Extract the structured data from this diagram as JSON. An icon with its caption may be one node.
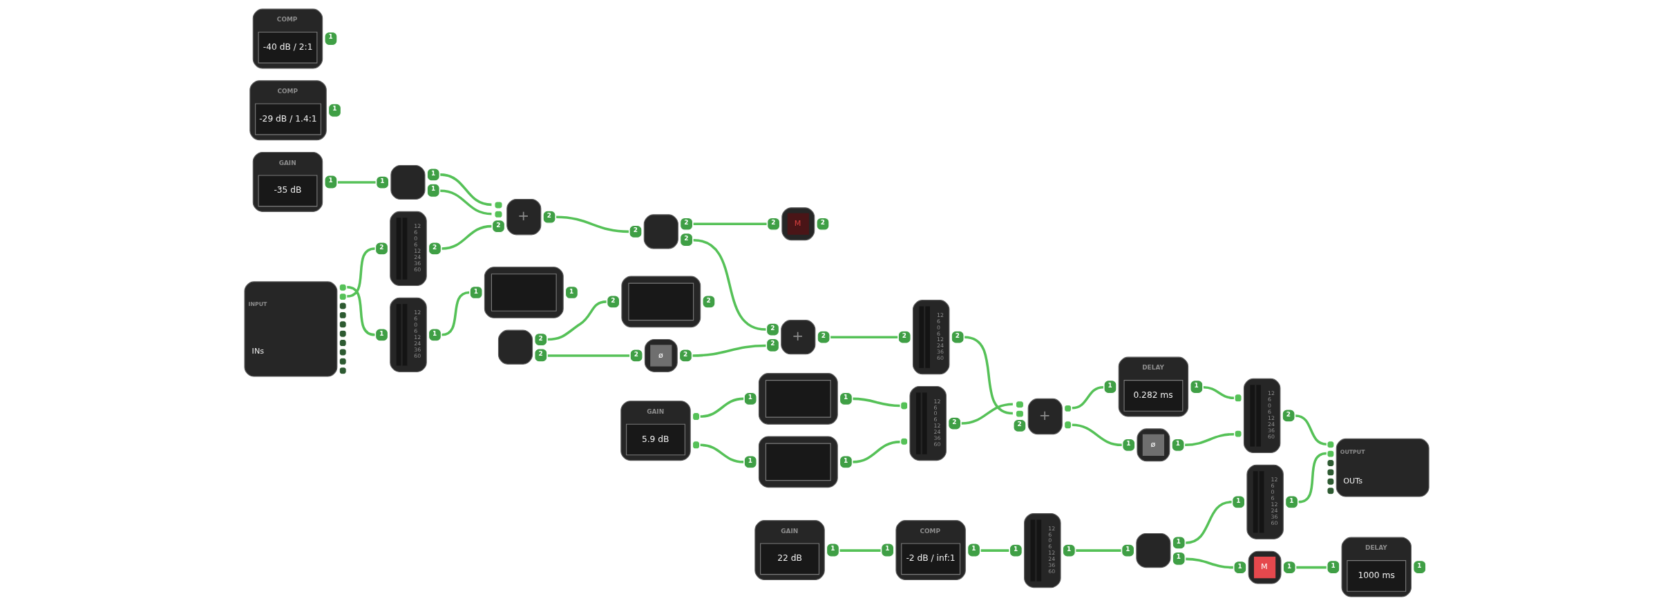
{
  "diagram": {
    "nodes": [
      {
        "text": [
          "1",
          "12 6 0 6 12 24 36 60",
          "1"
        ]
      },
      {
        "text": [
          "1",
          "1"
        ]
      },
      {
        "text": [
          "COMP",
          "-29 dB / 1.4:1",
          "1"
        ]
      },
      {
        "text": [
          "COMP",
          "-40 dB / 2:1",
          "1"
        ]
      },
      {
        "text": [
          "GAIN",
          "22 dB",
          "1"
        ]
      },
      {
        "text": [
          "1",
          "COMP",
          "-2 dB / inf:1",
          "1"
        ]
      },
      {
        "text": [
          "1",
          "12 6 0 6 12 24 36 60",
          "1"
        ]
      },
      {
        "text": [
          "1",
          "1",
          "1"
        ]
      },
      {
        "text": [
          "1",
          "12 6 0 6 12 24 36 60",
          "1"
        ]
      },
      {
        "text": [
          "1",
          "M",
          "1"
        ]
      },
      {
        "text": [
          "1",
          "DELAY",
          "1000 ms",
          "1"
        ]
      },
      {
        "text": [
          "GAIN",
          "-35 dB",
          "1"
        ]
      },
      {
        "text": [
          "1",
          "1",
          "1"
        ]
      },
      {
        "text": [
          "INPUT",
          "INs"
        ]
      },
      {
        "text": [
          "2",
          "12 6 0 6 12 24 36 60",
          "2"
        ]
      },
      {
        "text": [
          "2",
          "+",
          "2"
        ]
      },
      {
        "text": [
          "2",
          "2",
          "2"
        ]
      },
      {
        "text": [
          "2",
          "M",
          "2"
        ]
      },
      {
        "text": [
          "2",
          "2"
        ]
      },
      {
        "text": [
          "2",
          "2"
        ]
      },
      {
        "text": [
          "GAIN",
          "5.9 dB"
        ]
      },
      {
        "text": [
          "1",
          "1"
        ]
      },
      {
        "text": [
          "1",
          "1"
        ]
      },
      {
        "text": [
          "12 6 0 6 12 24 36 60",
          "2"
        ]
      },
      {
        "text": [
          "2",
          "ø",
          "2"
        ]
      },
      {
        "text": [
          "2",
          "2",
          "+",
          "2"
        ]
      },
      {
        "text": [
          "2",
          "12 6 0 6 12 24 36 60",
          "2"
        ]
      },
      {
        "text": [
          "2",
          "+"
        ]
      },
      {
        "text": [
          "1",
          "DELAY",
          "0.282 ms",
          "1"
        ]
      },
      {
        "text": [
          "1",
          "ø",
          "1"
        ]
      },
      {
        "text": [
          "12 6 0 6 12 24 36 60",
          "2"
        ]
      },
      {
        "text": [
          "OUTPUT",
          "OUTs"
        ]
      }
    ],
    "edges": [
      {
        "from": 13,
        "to": 0,
        "arrow": "none"
      },
      {
        "from": 0,
        "to": 1,
        "arrow": "none"
      },
      {
        "from": 4,
        "to": 5,
        "arrow": "none"
      },
      {
        "from": 5,
        "to": 6,
        "arrow": "none"
      },
      {
        "from": 6,
        "to": 7,
        "arrow": "none"
      },
      {
        "from": 7,
        "to": 8,
        "arrow": "none"
      },
      {
        "from": 7,
        "to": 9,
        "arrow": "none"
      },
      {
        "from": 9,
        "to": 10,
        "arrow": "none"
      },
      {
        "from": 11,
        "to": 12,
        "arrow": "none"
      },
      {
        "from": 12,
        "to": 15,
        "arrow": "none"
      },
      {
        "from": 12,
        "to": 15,
        "arrow": "none"
      },
      {
        "from": 13,
        "to": 14,
        "arrow": "none"
      },
      {
        "from": 14,
        "to": 15,
        "arrow": "none"
      },
      {
        "from": 15,
        "to": 16,
        "arrow": "none"
      },
      {
        "from": 16,
        "to": 17,
        "arrow": "none"
      },
      {
        "from": 16,
        "to": 25,
        "arrow": "none"
      },
      {
        "from": 18,
        "to": 19,
        "arrow": "none"
      },
      {
        "from": 18,
        "to": 24,
        "arrow": "none"
      },
      {
        "from": 20,
        "to": 21,
        "arrow": "none"
      },
      {
        "from": 20,
        "to": 22,
        "arrow": "none"
      },
      {
        "from": 21,
        "to": 23,
        "arrow": "none"
      },
      {
        "from": 22,
        "to": 23,
        "arrow": "none"
      },
      {
        "from": 24,
        "to": 25,
        "arrow": "none"
      },
      {
        "from": 25,
        "to": 26,
        "arrow": "none"
      },
      {
        "from": 23,
        "to": 27,
        "arrow": "none"
      },
      {
        "from": 26,
        "to": 27,
        "arrow": "none"
      },
      {
        "from": 27,
        "to": 28,
        "arrow": "none"
      },
      {
        "from": 27,
        "to": 29,
        "arrow": "none"
      },
      {
        "from": 28,
        "to": 30,
        "arrow": "none"
      },
      {
        "from": 29,
        "to": 30,
        "arrow": "none"
      },
      {
        "from": 30,
        "to": 31,
        "arrow": "none"
      },
      {
        "from": 8,
        "to": 31,
        "arrow": "none"
      }
    ]
  }
}
